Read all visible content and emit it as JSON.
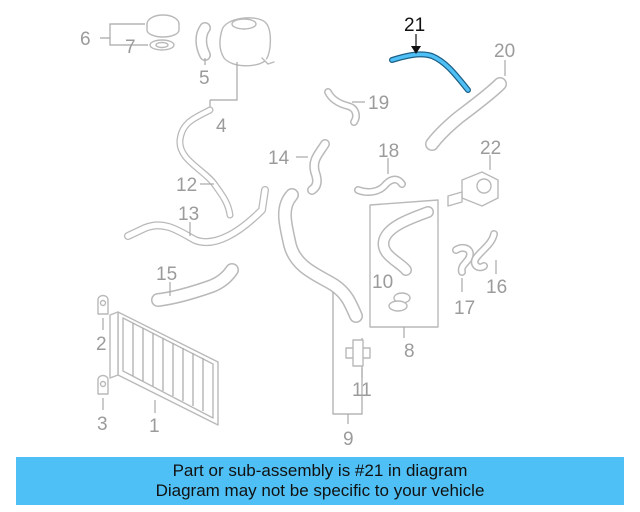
{
  "callouts": {
    "c1": "1",
    "c2": "2",
    "c3": "3",
    "c4": "4",
    "c5": "5",
    "c6": "6",
    "c7": "7",
    "c8": "8",
    "c9": "9",
    "c10": "10",
    "c11": "11",
    "c12": "12",
    "c13": "13",
    "c14": "14",
    "c15": "15",
    "c16": "16",
    "c17": "17",
    "c18": "18",
    "c19": "19",
    "c20": "20",
    "c21": "21",
    "c22": "22"
  },
  "highlight": {
    "part": "21",
    "color": "#4ec0f5"
  },
  "colors": {
    "part_outline": "#b9b9b9",
    "label": "#9b9b9b",
    "banner": "#4ec0f5"
  },
  "banner": {
    "line1": "Part or sub-assembly is #21 in diagram",
    "line2": "Diagram may not be specific to your vehicle"
  }
}
